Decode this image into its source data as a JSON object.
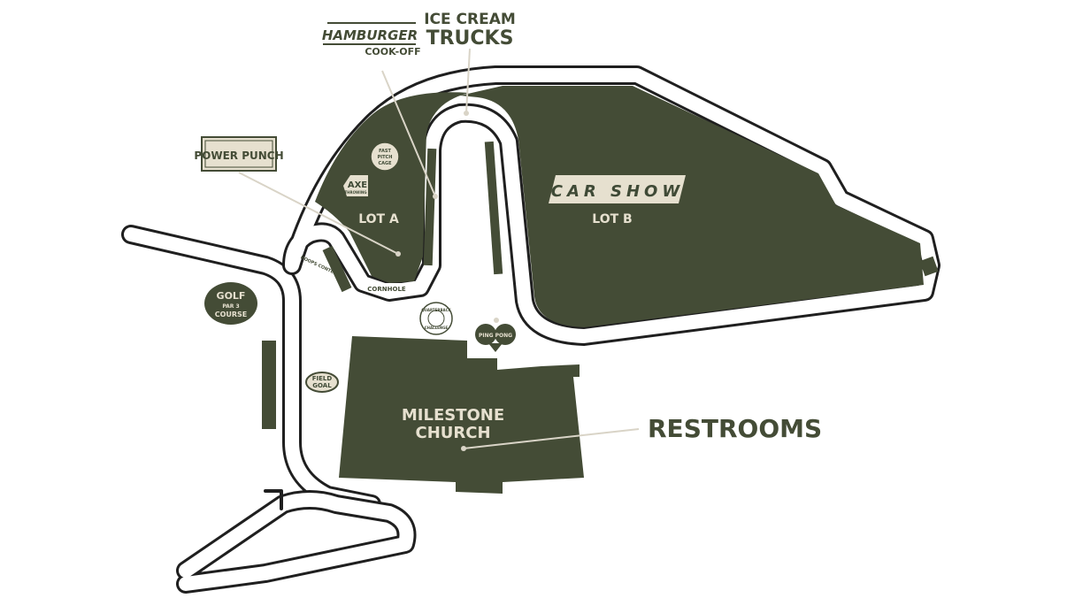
{
  "map": {
    "colors": {
      "lot": "#444c36",
      "road": "#1f1f1f",
      "label": "#e6e0cf",
      "pointer": "#d9d4c7",
      "badge_bg": "#e6e0cf"
    },
    "lots": {
      "lot_a": "LOT A",
      "lot_b": "LOT B"
    },
    "building": {
      "line1": "MILESTONE",
      "line2": "CHURCH"
    },
    "callouts": {
      "restrooms": "RESTROOMS",
      "ice_cream_line1": "ICE CREAM",
      "ice_cream_line2": "TRUCKS",
      "hamburger_line1": "HAMBURGER",
      "hamburger_line2": "COOK-OFF",
      "power_punch": "POWER PUNCH",
      "car_show": "CAR SHOW"
    },
    "badges": {
      "fast_pitch_1": "FAST",
      "fast_pitch_2": "PITCH",
      "fast_pitch_3": "CAGE",
      "axe_1": "AXE",
      "axe_2": "THROWING",
      "golf_1": "GOLF",
      "golf_2": "PAR 3",
      "golf_3": "COURSE",
      "field_1": "FIELD",
      "field_2": "GOAL",
      "hoops": "HOOPS CONTEST",
      "cornhole": "CORNHOLE",
      "quarterback_1": "QUARTERBACK",
      "quarterback_2": "CHALLENGE",
      "ping_pong": "PING PONG"
    }
  }
}
